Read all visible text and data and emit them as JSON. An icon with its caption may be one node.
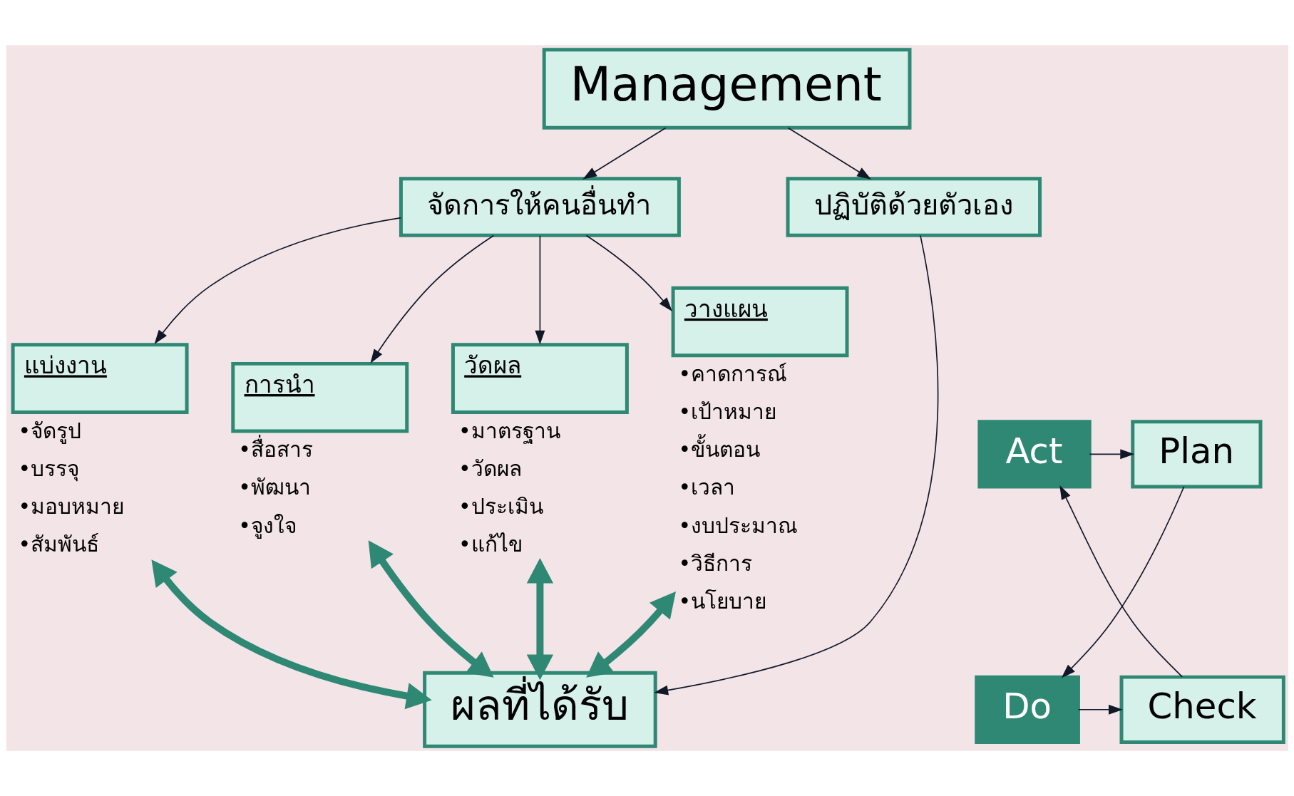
{
  "diagram": {
    "nodes": [
      {
        "text": [
          "Management"
        ]
      },
      {
        "text": [
          "จัดการให้คนอื่นทำ"
        ]
      },
      {
        "text": [
          "ปฏิบัติด้วยตัวเอง"
        ]
      },
      {
        "text": [
          "วางแผน"
        ],
        "beside": [
          "•คาดการณ์",
          "•เป้าหมาย",
          "•ขั้นตอน",
          "•เวลา",
          "•งบประมาณ",
          "•วิธีการ",
          "•นโยบาย"
        ]
      },
      {
        "text": [
          "แบ่งงาน"
        ],
        "beside": [
          "•จัดรูป",
          "•บรรจุ",
          "•มอบหมาย",
          "•สัมพันธ์"
        ]
      },
      {
        "text": [
          "การนำ"
        ],
        "beside": [
          "•สื่อสาร",
          "•พัฒนา",
          "•จูงใจ"
        ]
      },
      {
        "text": [
          "วัดผล"
        ],
        "beside": [
          "•มาตรฐาน",
          "•วัดผล",
          "•ประเมิน",
          "•แก้ไข"
        ]
      },
      {
        "text": [
          "ผลที่ได้รับ"
        ]
      },
      {
        "text": [
          "Act"
        ]
      },
      {
        "text": [
          "Plan"
        ]
      },
      {
        "text": [
          "Check"
        ]
      },
      {
        "text": [
          "Do"
        ]
      }
    ],
    "edges": [
      {
        "from": 0,
        "to": 1,
        "arrow": "to"
      },
      {
        "from": 0,
        "to": 2,
        "arrow": "to"
      },
      {
        "from": 1,
        "to": 3,
        "arrow": "to"
      },
      {
        "from": 1,
        "to": 4,
        "arrow": "to"
      },
      {
        "from": 1,
        "to": 5,
        "arrow": "to"
      },
      {
        "from": 1,
        "to": 6,
        "arrow": "to"
      },
      {
        "from": 2,
        "to": 7,
        "arrow": "to"
      },
      {
        "from": 3,
        "to": 7,
        "arrow": "both",
        "style": "thick",
        "color": "#2e8873"
      },
      {
        "from": 4,
        "to": 7,
        "arrow": "both",
        "style": "thick",
        "color": "#2e8873"
      },
      {
        "from": 5,
        "to": 7,
        "arrow": "both",
        "style": "thick",
        "color": "#2e8873"
      },
      {
        "from": 6,
        "to": 7,
        "arrow": "both",
        "style": "thick",
        "color": "#2e8873"
      },
      {
        "from": 8,
        "to": 9,
        "arrow": "to"
      },
      {
        "from": 9,
        "to": 11,
        "arrow": "to"
      },
      {
        "from": 11,
        "to": 10,
        "arrow": "to"
      },
      {
        "from": 10,
        "to": 8,
        "arrow": "to"
      }
    ]
  }
}
